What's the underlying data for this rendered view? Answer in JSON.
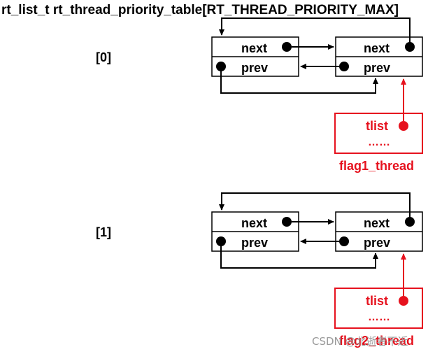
{
  "title": "rt_list_t rt_thread_priority_table[RT_THREAD_PRIORITY_MAX]",
  "colors": {
    "accent": "#e6121e",
    "line": "#000000",
    "watermark": "#9a9a9a"
  },
  "groups": [
    {
      "index_label": "[0]",
      "head_node": {
        "next_label": "next",
        "prev_label": "prev"
      },
      "thread_node": {
        "next_label": "next",
        "prev_label": "prev"
      },
      "thread": {
        "field_label": "tlist",
        "ellipsis": "……",
        "name": "flag1_thread"
      }
    },
    {
      "index_label": "[1]",
      "head_node": {
        "next_label": "next",
        "prev_label": "prev"
      },
      "thread_node": {
        "next_label": "next",
        "prev_label": "prev"
      },
      "thread": {
        "field_label": "tlist",
        "ellipsis": "……",
        "name": "flag2_thread"
      }
    }
  ],
  "watermark": "CSDN @北逝者不近"
}
